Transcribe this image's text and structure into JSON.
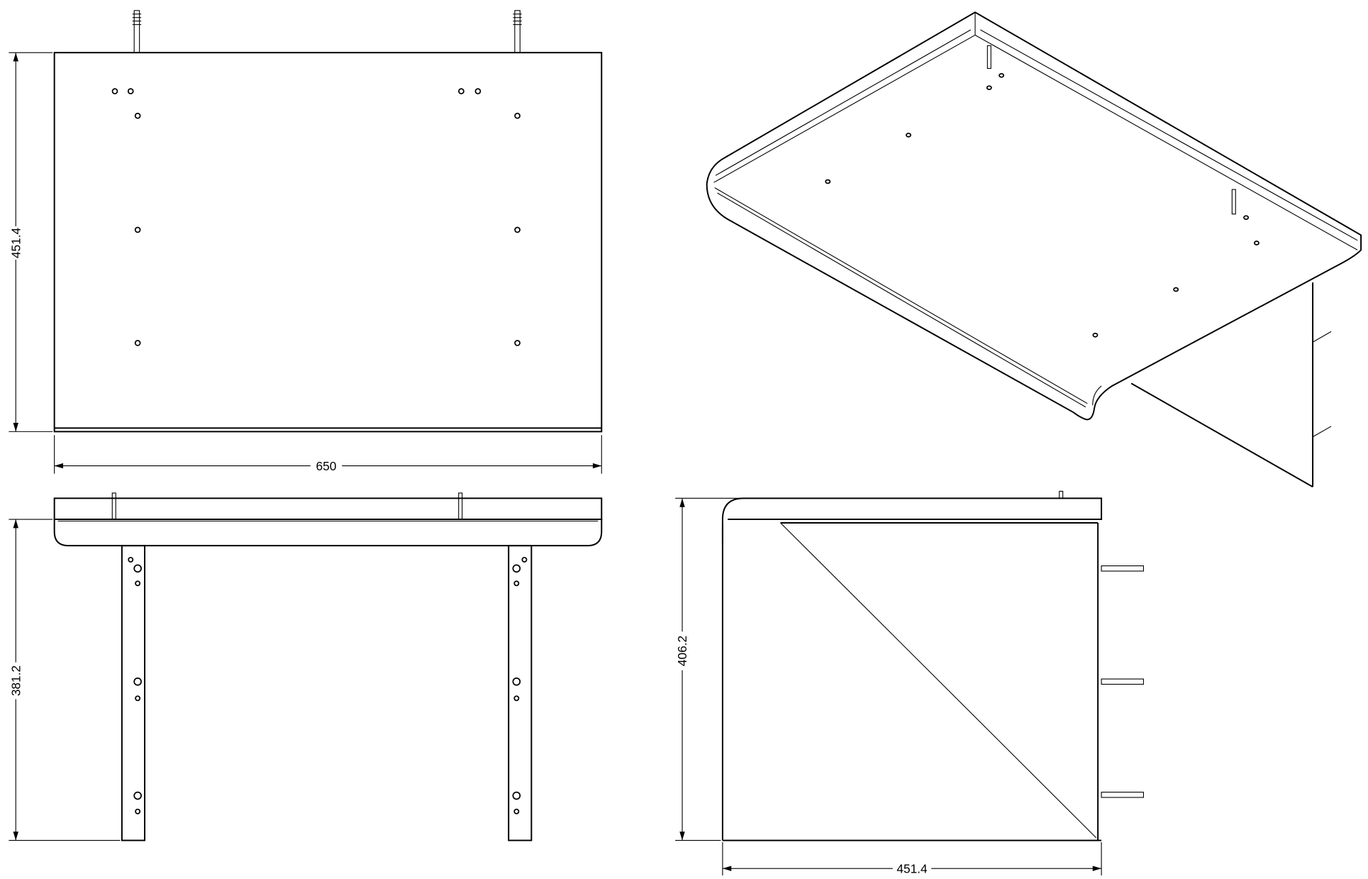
{
  "drawing": {
    "plan_view": {
      "width_label": "650",
      "depth_label": "451.4"
    },
    "front_view": {
      "height_label": "381.2"
    },
    "side_view": {
      "height_label": "406.2",
      "depth_label": "451.4"
    }
  },
  "colors": {
    "line": "#000000",
    "background": "#ffffff"
  }
}
